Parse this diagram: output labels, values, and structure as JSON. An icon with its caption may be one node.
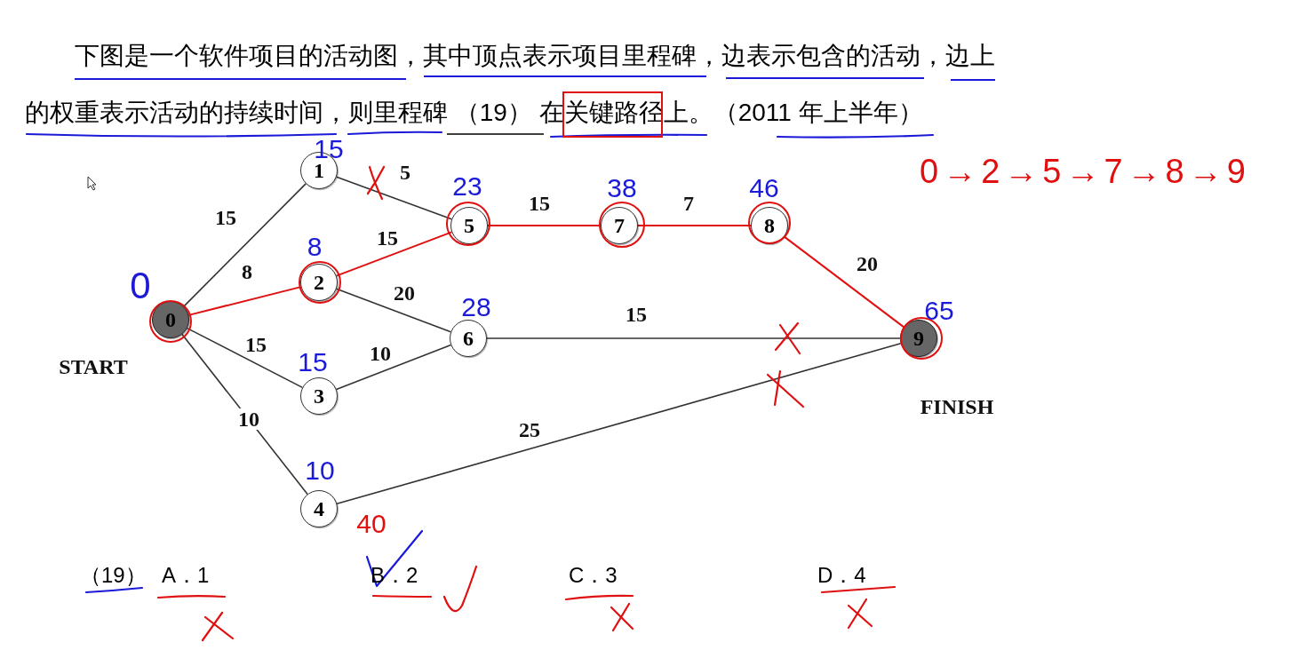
{
  "diagram": {
    "nodes": [
      {
        "text": [
          "0"
        ],
        "beside": [
          "0",
          "START"
        ]
      },
      {
        "text": [
          "1"
        ],
        "beside": [
          "15"
        ]
      },
      {
        "text": [
          "2"
        ],
        "beside": [
          "8"
        ]
      },
      {
        "text": [
          "3"
        ],
        "beside": [
          "15"
        ]
      },
      {
        "text": [
          "4"
        ],
        "beside": [
          "10",
          "40"
        ]
      },
      {
        "text": [
          "5"
        ],
        "beside": [
          "23"
        ]
      },
      {
        "text": [
          "6"
        ],
        "beside": [
          "28"
        ]
      },
      {
        "text": [
          "7"
        ],
        "beside": [
          "38"
        ]
      },
      {
        "text": [
          "8"
        ],
        "beside": [
          "46"
        ]
      },
      {
        "text": [
          "9"
        ],
        "beside": [
          "65",
          "FINISH"
        ]
      }
    ],
    "edges": [
      {
        "from": 0,
        "to": 1,
        "arrow": "none",
        "label": "15"
      },
      {
        "from": 0,
        "to": 2,
        "arrow": "none",
        "label": "8",
        "color": "#e01010"
      },
      {
        "from": 0,
        "to": 3,
        "arrow": "none",
        "label": "15"
      },
      {
        "from": 0,
        "to": 4,
        "arrow": "none",
        "label": "10"
      },
      {
        "from": 1,
        "to": 5,
        "arrow": "none",
        "label": "5"
      },
      {
        "from": 2,
        "to": 5,
        "arrow": "none",
        "label": "15",
        "color": "#e01010"
      },
      {
        "from": 2,
        "to": 6,
        "arrow": "none",
        "label": "20"
      },
      {
        "from": 3,
        "to": 6,
        "arrow": "none",
        "label": "10"
      },
      {
        "from": 5,
        "to": 7,
        "arrow": "none",
        "label": "15",
        "color": "#e01010"
      },
      {
        "from": 7,
        "to": 8,
        "arrow": "none",
        "label": "7",
        "color": "#e01010"
      },
      {
        "from": 8,
        "to": 9,
        "arrow": "none",
        "label": "20",
        "color": "#e01010"
      },
      {
        "from": 6,
        "to": 9,
        "arrow": "none",
        "label": "15"
      },
      {
        "from": 4,
        "to": 9,
        "arrow": "none",
        "label": "25"
      }
    ],
    "labels": [
      "下图是一个软件项目的活动图，其中顶点表示项目里程碑，边表示包含的活动，边上的权重表示活动的持续时间，则里程碑 （19） 在关键路径上。（2011 年上半年）",
      "0→2→5→7→8→9",
      "（19）",
      "A．1",
      "B．2",
      "C．3",
      "D．4"
    ]
  }
}
